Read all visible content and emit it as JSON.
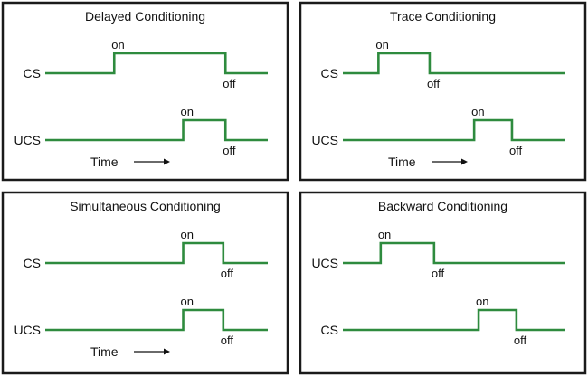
{
  "colors": {
    "signal": "#2e8b3e",
    "frame": "#1a1a1a"
  },
  "panels": [
    {
      "title": "Delayed Conditioning",
      "signals": [
        {
          "label": "CS",
          "on_label": "on",
          "off_label": "off",
          "on": 0.31,
          "off": 0.81
        },
        {
          "label": "UCS",
          "on_label": "on",
          "off_label": "off",
          "on": 0.62,
          "off": 0.81
        }
      ],
      "time": {
        "label": "Time"
      }
    },
    {
      "title": "Trace Conditioning",
      "signals": [
        {
          "label": "CS",
          "on_label": "on",
          "off_label": "off",
          "on": 0.16,
          "off": 0.39
        },
        {
          "label": "UCS",
          "on_label": "on",
          "off_label": "off",
          "on": 0.59,
          "off": 0.76
        }
      ],
      "time": {
        "label": "Time"
      }
    },
    {
      "title": "Simultaneous Conditioning",
      "signals": [
        {
          "label": "CS",
          "on_label": "on",
          "off_label": "off",
          "on": 0.62,
          "off": 0.8
        },
        {
          "label": "UCS",
          "on_label": "on",
          "off_label": "off",
          "on": 0.62,
          "off": 0.8
        }
      ],
      "time": {
        "label": "Time"
      }
    },
    {
      "title": "Backward Conditioning",
      "signals": [
        {
          "label": "UCS",
          "on_label": "on",
          "off_label": "off",
          "on": 0.17,
          "off": 0.41
        },
        {
          "label": "CS",
          "on_label": "on",
          "off_label": "off",
          "on": 0.61,
          "off": 0.78
        }
      ],
      "time": null
    }
  ]
}
